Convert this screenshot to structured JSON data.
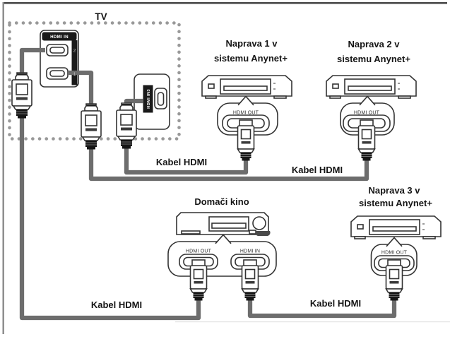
{
  "tv": {
    "label": "TV",
    "back_panel": {
      "header": "HDMI IN",
      "port_numbers": [
        "2",
        "1"
      ]
    },
    "side_panel": {
      "label": "HDMI IN3"
    }
  },
  "devices": [
    {
      "name_line1": "Naprava 1 v",
      "name_line2": "sistemu Anynet+",
      "port": "HDMI OUT"
    },
    {
      "name_line1": "Naprava 2 v",
      "name_line2": "sistemu Anynet+",
      "port": "HDMI OUT"
    },
    {
      "name_line1": "Naprava 3 v",
      "name_line2": "sistemu Anynet+",
      "port": "HDMI OUT"
    }
  ],
  "home_theater": {
    "name": "Domači kino",
    "port_out": "HDMI OUT",
    "port_in": "HDMI IN"
  },
  "cables": [
    {
      "label": "Kabel HDMI"
    },
    {
      "label": "Kabel HDMI"
    },
    {
      "label": "Kabel HDMI"
    },
    {
      "label": "Kabel HDMI"
    }
  ],
  "colors": {
    "outline": "#333333",
    "cable": "#6d6d6d",
    "connector_tail": "#161616",
    "dots": "#999999",
    "text": "#151515",
    "frame_top": "#4a4a4a",
    "frame_left": "#8a8a8a"
  }
}
